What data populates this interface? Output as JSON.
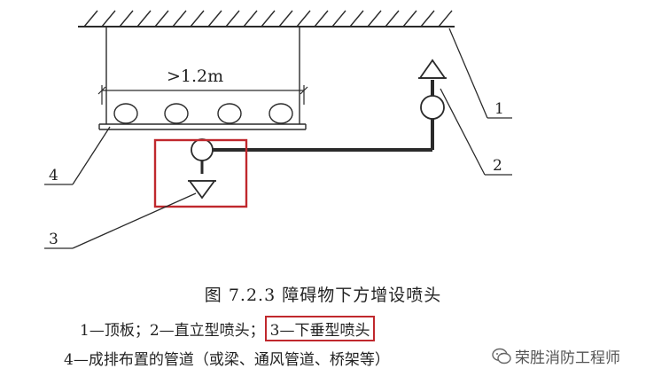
{
  "diagram": {
    "span_label": ">1.2m",
    "callouts": [
      "1",
      "2",
      "3",
      "4"
    ]
  },
  "caption": {
    "title": "图 7.2.3   障碍物下方增设喷头",
    "line1_a": "1—顶板；2—直立型喷头；",
    "line1_b": "3—下垂型喷头",
    "line2": "4—成排布置的管道（或梁、通风管道、桥架等）"
  },
  "watermark": {
    "text": "荣胜消防工程师",
    "icon": "wechat-icon"
  },
  "colors": {
    "line": "#2a2a2a",
    "highlight": "#c0282d"
  }
}
